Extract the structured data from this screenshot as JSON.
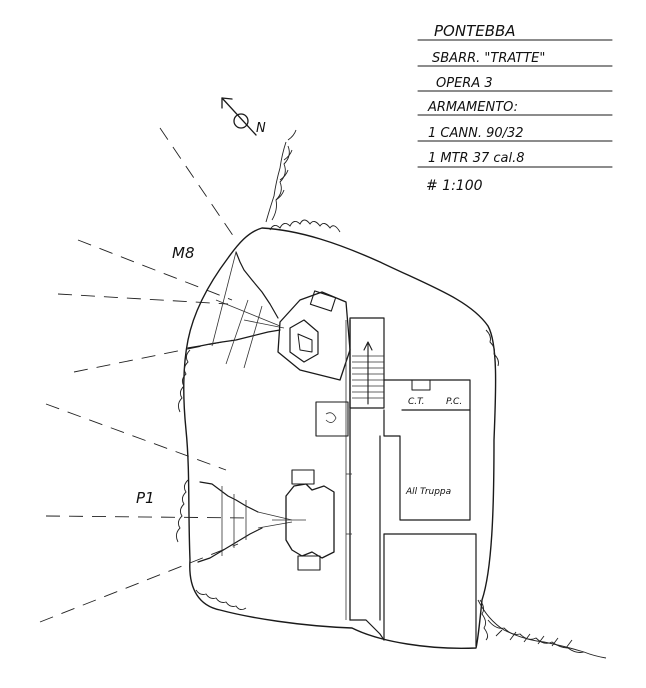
{
  "title_block": {
    "place": "PONTEBBA",
    "barrier": "SBARR. \"TRATTE\"",
    "work": "OPERA 3",
    "armament_heading": "ARMAMENTO:",
    "armament_1": "1 CANN. 90/32",
    "armament_2": "1 MTR 37 cal.8",
    "scale": "# 1:100"
  },
  "compass": {
    "north_label": "N",
    "icon": "north-arrow-icon"
  },
  "positions": {
    "m8_label": "M8",
    "p1_label": "P1"
  },
  "rooms": {
    "ct_label": "C.T.",
    "pc_label": "P.C.",
    "troop_label": "All Truppa"
  },
  "colors": {
    "ink": "#1a1a1a",
    "paper": "#ffffff"
  }
}
